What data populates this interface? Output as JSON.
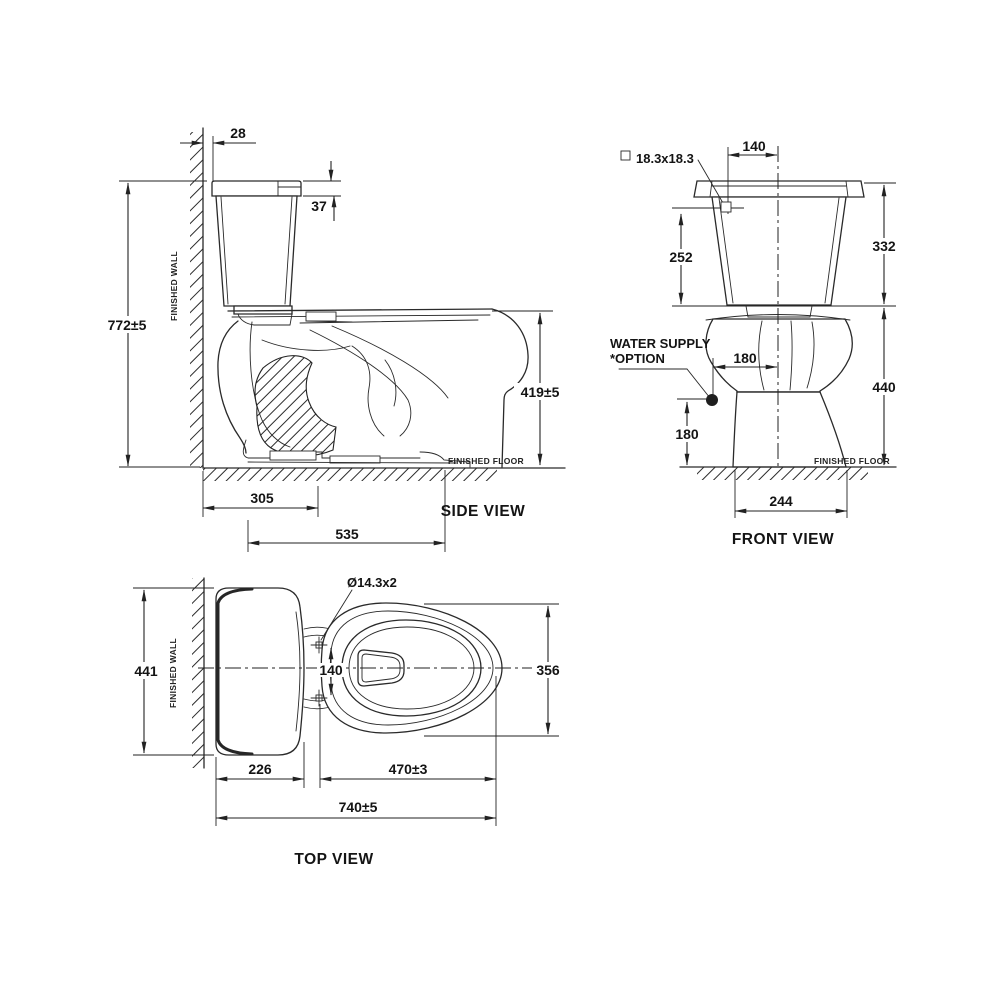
{
  "side": {
    "label": "SIDE VIEW",
    "finished_wall": "FINISHED WALL",
    "finished_floor": "FINISHED FLOOR",
    "dims": {
      "wall_to_tank": "28",
      "lid_height": "37",
      "overall_height": "772±5",
      "rim_height": "419±5",
      "outlet_offset": "305",
      "depth": "535"
    }
  },
  "front": {
    "label": "FRONT VIEW",
    "finished_floor": "FINISHED FLOOR",
    "water_supply": "WATER SUPPLY",
    "water_supply_option": "*OPTION",
    "hole_size": "18.3x18.3",
    "dims": {
      "hole_offset": "140",
      "hole_depth": "252",
      "tank_height": "332",
      "supply_offset": "180",
      "supply_height": "180",
      "overall_height": "440",
      "base_width": "244"
    }
  },
  "top": {
    "label": "TOP VIEW",
    "finished_wall": "FINISHED WALL",
    "bolt_holes": "Ø14.3x2",
    "dims": {
      "overall_width": "441",
      "bolt_spacing": "140",
      "bowl_width": "356",
      "tank_depth": "226",
      "bowl_depth": "470±3",
      "overall_depth": "740±5"
    }
  }
}
